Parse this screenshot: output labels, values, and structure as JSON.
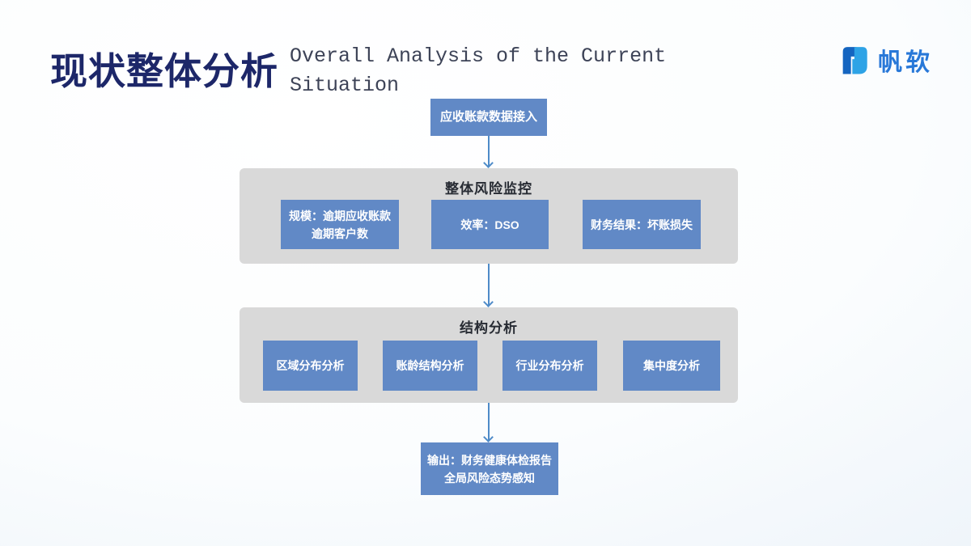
{
  "header": {
    "title_cn": "现状整体分析",
    "title_en_line1": "Overall Analysis of the Current",
    "title_en_line2": "Situation",
    "logo_text": "帆软"
  },
  "flow": {
    "top_box": {
      "label": "应收账款数据接入"
    },
    "group1": {
      "title": "整体风险监控",
      "boxes": [
        {
          "lines": [
            "规模：逾期应收账款",
            "逾期客户数"
          ]
        },
        {
          "lines": [
            "效率：DSO"
          ]
        },
        {
          "lines": [
            "财务结果：坏账损失"
          ]
        }
      ]
    },
    "group2": {
      "title": "结构分析",
      "boxes": [
        {
          "label": "区域分布分析"
        },
        {
          "label": "账龄结构分析"
        },
        {
          "label": "行业分布分析"
        },
        {
          "label": "集中度分析"
        }
      ]
    },
    "output_box": {
      "lines": [
        "输出：财务健康体检报告",
        "全局风险态势感知"
      ]
    }
  },
  "colors": {
    "node_blue": "#6189C6",
    "group_gray": "#D9D9D9",
    "arrow_blue": "#4E8BC8",
    "title_navy": "#1D2769",
    "group_title_dark": "#272B33",
    "logo_blue": "#2878D8",
    "logo_dark_blue": "#1565C0",
    "logo_light_blue": "#2EA3E6"
  }
}
